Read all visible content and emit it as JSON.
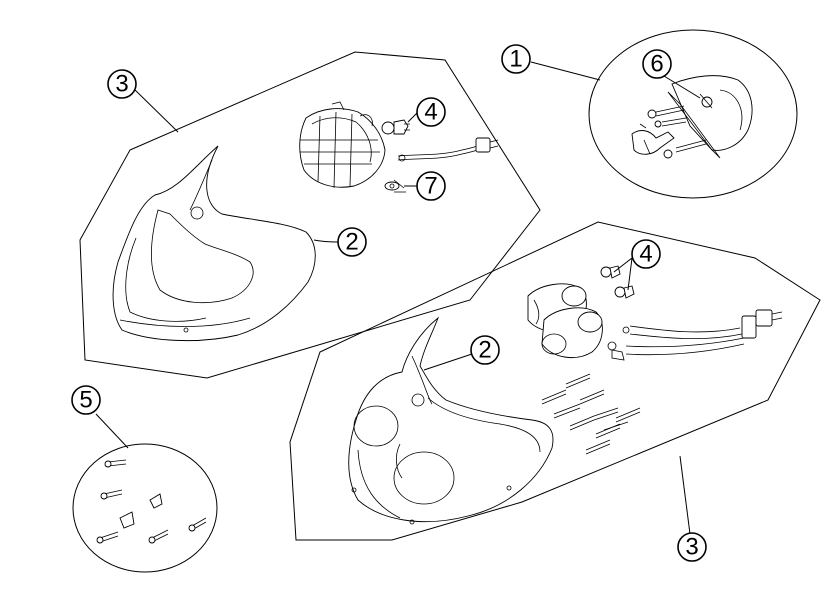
{
  "callouts": {
    "c1": "1",
    "c2_top": "2",
    "c2_bottom": "2",
    "c3_top": "3",
    "c3_bottom": "3",
    "c4_top": "4",
    "c4_bottom": "4",
    "c5": "5",
    "c6": "6",
    "c7": "7"
  },
  "colors": {
    "line": "#000000",
    "background": "#ffffff"
  }
}
